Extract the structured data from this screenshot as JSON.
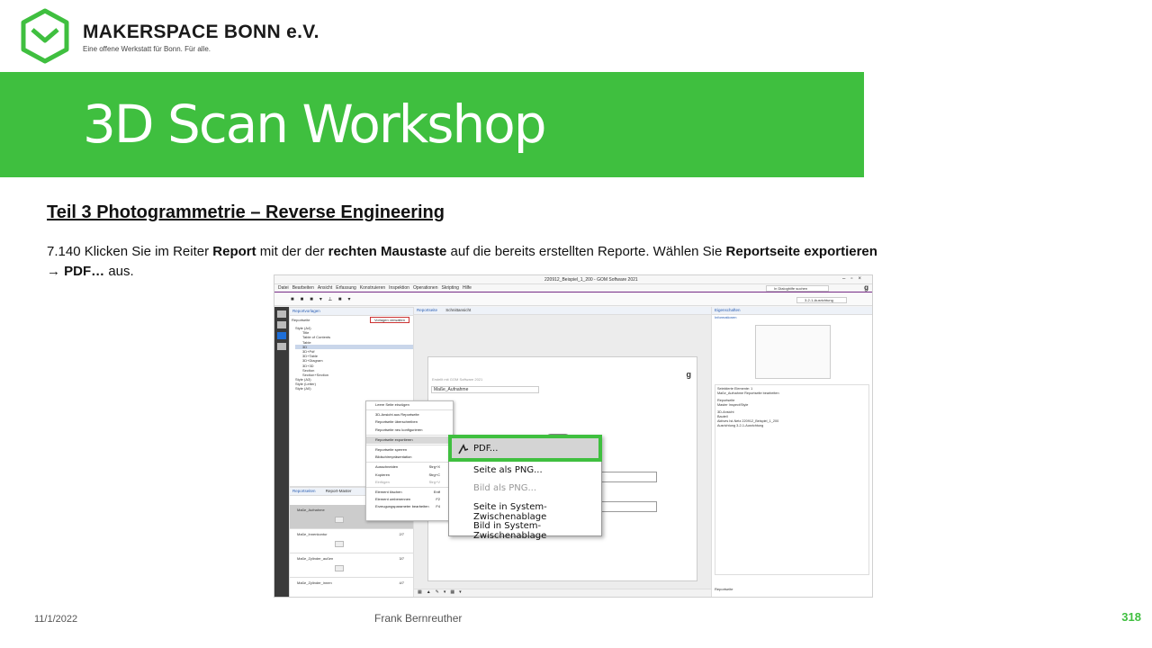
{
  "brand": {
    "name": "MAKERSPACE BONN e.V.",
    "tagline": "Eine offene Werkstatt für Bonn. Für alle.",
    "accent": "#3fbf3f"
  },
  "slide": {
    "title": "3D Scan Workshop",
    "section": "Teil 3  Photogrammetrie  – Reverse Engineering",
    "step": "7.140",
    "instr_a": " Klicken Sie im Reiter ",
    "instr_b": "Report",
    "instr_c": " mit der der ",
    "instr_d": "rechten Maustaste",
    "instr_e": " auf die bereits erstellten Reporte. Wählen Sie ",
    "instr_f": "Reportseite exportieren",
    "instr_g": "→ PDF…",
    "instr_h": " aus."
  },
  "app": {
    "window_title": "220912_Beispiel_1_200 - GOM Software 2021",
    "menu": [
      "Datei",
      "Bearbeiten",
      "Ansicht",
      "Erfassung",
      "Konstruieren",
      "Inspektion",
      "Operationen",
      "Skripting",
      "Hilfe"
    ],
    "search_placeholder": "In Dialoghilfe suchen",
    "alignment": "3-2-1-Ausrichtung",
    "left_tab": "Reportvorlagen",
    "left_subtitle": "Reportseite",
    "manage_button": "Vorlagen verwalten",
    "tree": [
      "Style (A4)",
      "Title",
      "Table of Contents",
      "Table",
      "3D",
      "3D+Pdf",
      "3D+Table",
      "3D+Diagram",
      "3D+3D",
      "Section",
      "Section+Section",
      "Style (A3)",
      "Style (Letter)",
      "Style (A0)"
    ],
    "center_tabs": [
      "Reportseite",
      "Schnittansicht"
    ],
    "page_header": "Erstellt mit GOM Software 2021",
    "page_field": "Maße_Aufnahme",
    "bottom_tabs": [
      "Reportseiten",
      "Report-Master"
    ],
    "reports": [
      {
        "name": "Maße_Aufnahme",
        "page": ""
      },
      {
        "name": "Maße_Innenkontur",
        "page": "2/7"
      },
      {
        "name": "Maße_Zylinder_außen",
        "page": "3/7"
      },
      {
        "name": "Maße_Zylinder_innen",
        "page": "4/7"
      }
    ],
    "right_tabs": [
      "Eigenschaften"
    ],
    "right_subtitle": "Informationen",
    "props": [
      "Selektierte Elemente: 1",
      "Maße_Aufnahme   Reportseite bearbeiten",
      "Reportseite",
      "Master   Inspect/Style",
      "3D-Ansicht",
      "Bauteil",
      "Aktives Ist-Netz   220912_Beispiel_1_200",
      "Ausrichtung   3-2-1-Ausrichtung"
    ],
    "right_footer": "Reportseite"
  },
  "context_menu": [
    {
      "label": "Leere Seite einzügen",
      "key": ""
    },
    {
      "sep": true
    },
    {
      "label": "3D-Ansicht aus Reportseite",
      "key": ""
    },
    {
      "label": "Reportseite überschreiben",
      "key": ""
    },
    {
      "label": "Reportseite neu konfigurieren",
      "key": ""
    },
    {
      "sep": true
    },
    {
      "label": "Reportseite exportieren",
      "key": "",
      "selected": true
    },
    {
      "sep": true
    },
    {
      "label": "Reportseite sperren",
      "key": ""
    },
    {
      "label": "Bildschirmpräsentation",
      "key": ""
    },
    {
      "sep": true
    },
    {
      "label": "Ausschneiden",
      "key": "Strg+X"
    },
    {
      "label": "Kopieren",
      "key": "Strg+C"
    },
    {
      "label": "Einfügen",
      "key": "Strg+V",
      "dim": true
    },
    {
      "sep": true
    },
    {
      "label": "Element löschen",
      "key": "Entf"
    },
    {
      "label": "Element umbenennen",
      "key": "F2"
    },
    {
      "label": "Erzeugungsparameter bearbeiten",
      "key": "F4"
    }
  ],
  "submenu": {
    "pdf": "PDF...",
    "png_page": "Seite als PNG...",
    "png_image": "Bild als PNG...",
    "clip_page": "Seite in System-Zwischenablage",
    "clip_image": "Bild in System-Zwischenablage"
  },
  "footer": {
    "date": "11/1/2022",
    "author": "Frank Bernreuther",
    "page": "318"
  }
}
